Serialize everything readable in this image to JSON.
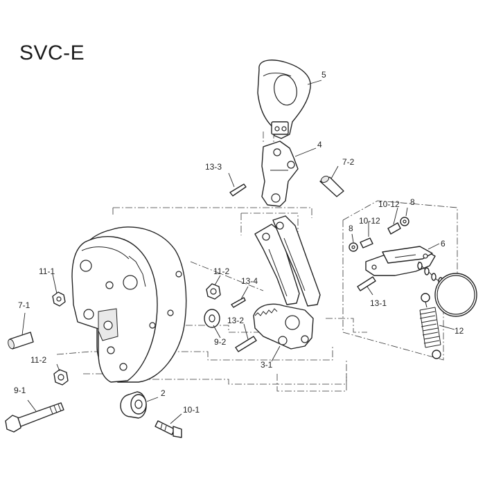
{
  "model_title": "SVC-E",
  "callouts": [
    {
      "id": "5",
      "label": "5"
    },
    {
      "id": "4",
      "label": "4"
    },
    {
      "id": "13-3",
      "label": "13-3"
    },
    {
      "id": "7-2",
      "label": "7-2"
    },
    {
      "id": "10-12a",
      "label": "10-12"
    },
    {
      "id": "8a",
      "label": "8"
    },
    {
      "id": "8b",
      "label": "8"
    },
    {
      "id": "10-12b",
      "label": "10-12"
    },
    {
      "id": "6",
      "label": "6"
    },
    {
      "id": "11-1",
      "label": "11-1"
    },
    {
      "id": "11-2a",
      "label": "11-2"
    },
    {
      "id": "13-4",
      "label": "13-4"
    },
    {
      "id": "13-1",
      "label": "13-1"
    },
    {
      "id": "7-1",
      "label": "7-1"
    },
    {
      "id": "13-2",
      "label": "13-2"
    },
    {
      "id": "9-2",
      "label": "9-2"
    },
    {
      "id": "12",
      "label": "12"
    },
    {
      "id": "3-1",
      "label": "3-1"
    },
    {
      "id": "11-2b",
      "label": "11-2"
    },
    {
      "id": "9-1",
      "label": "9-1"
    },
    {
      "id": "2",
      "label": "2"
    },
    {
      "id": "10-1",
      "label": "10-1"
    }
  ]
}
